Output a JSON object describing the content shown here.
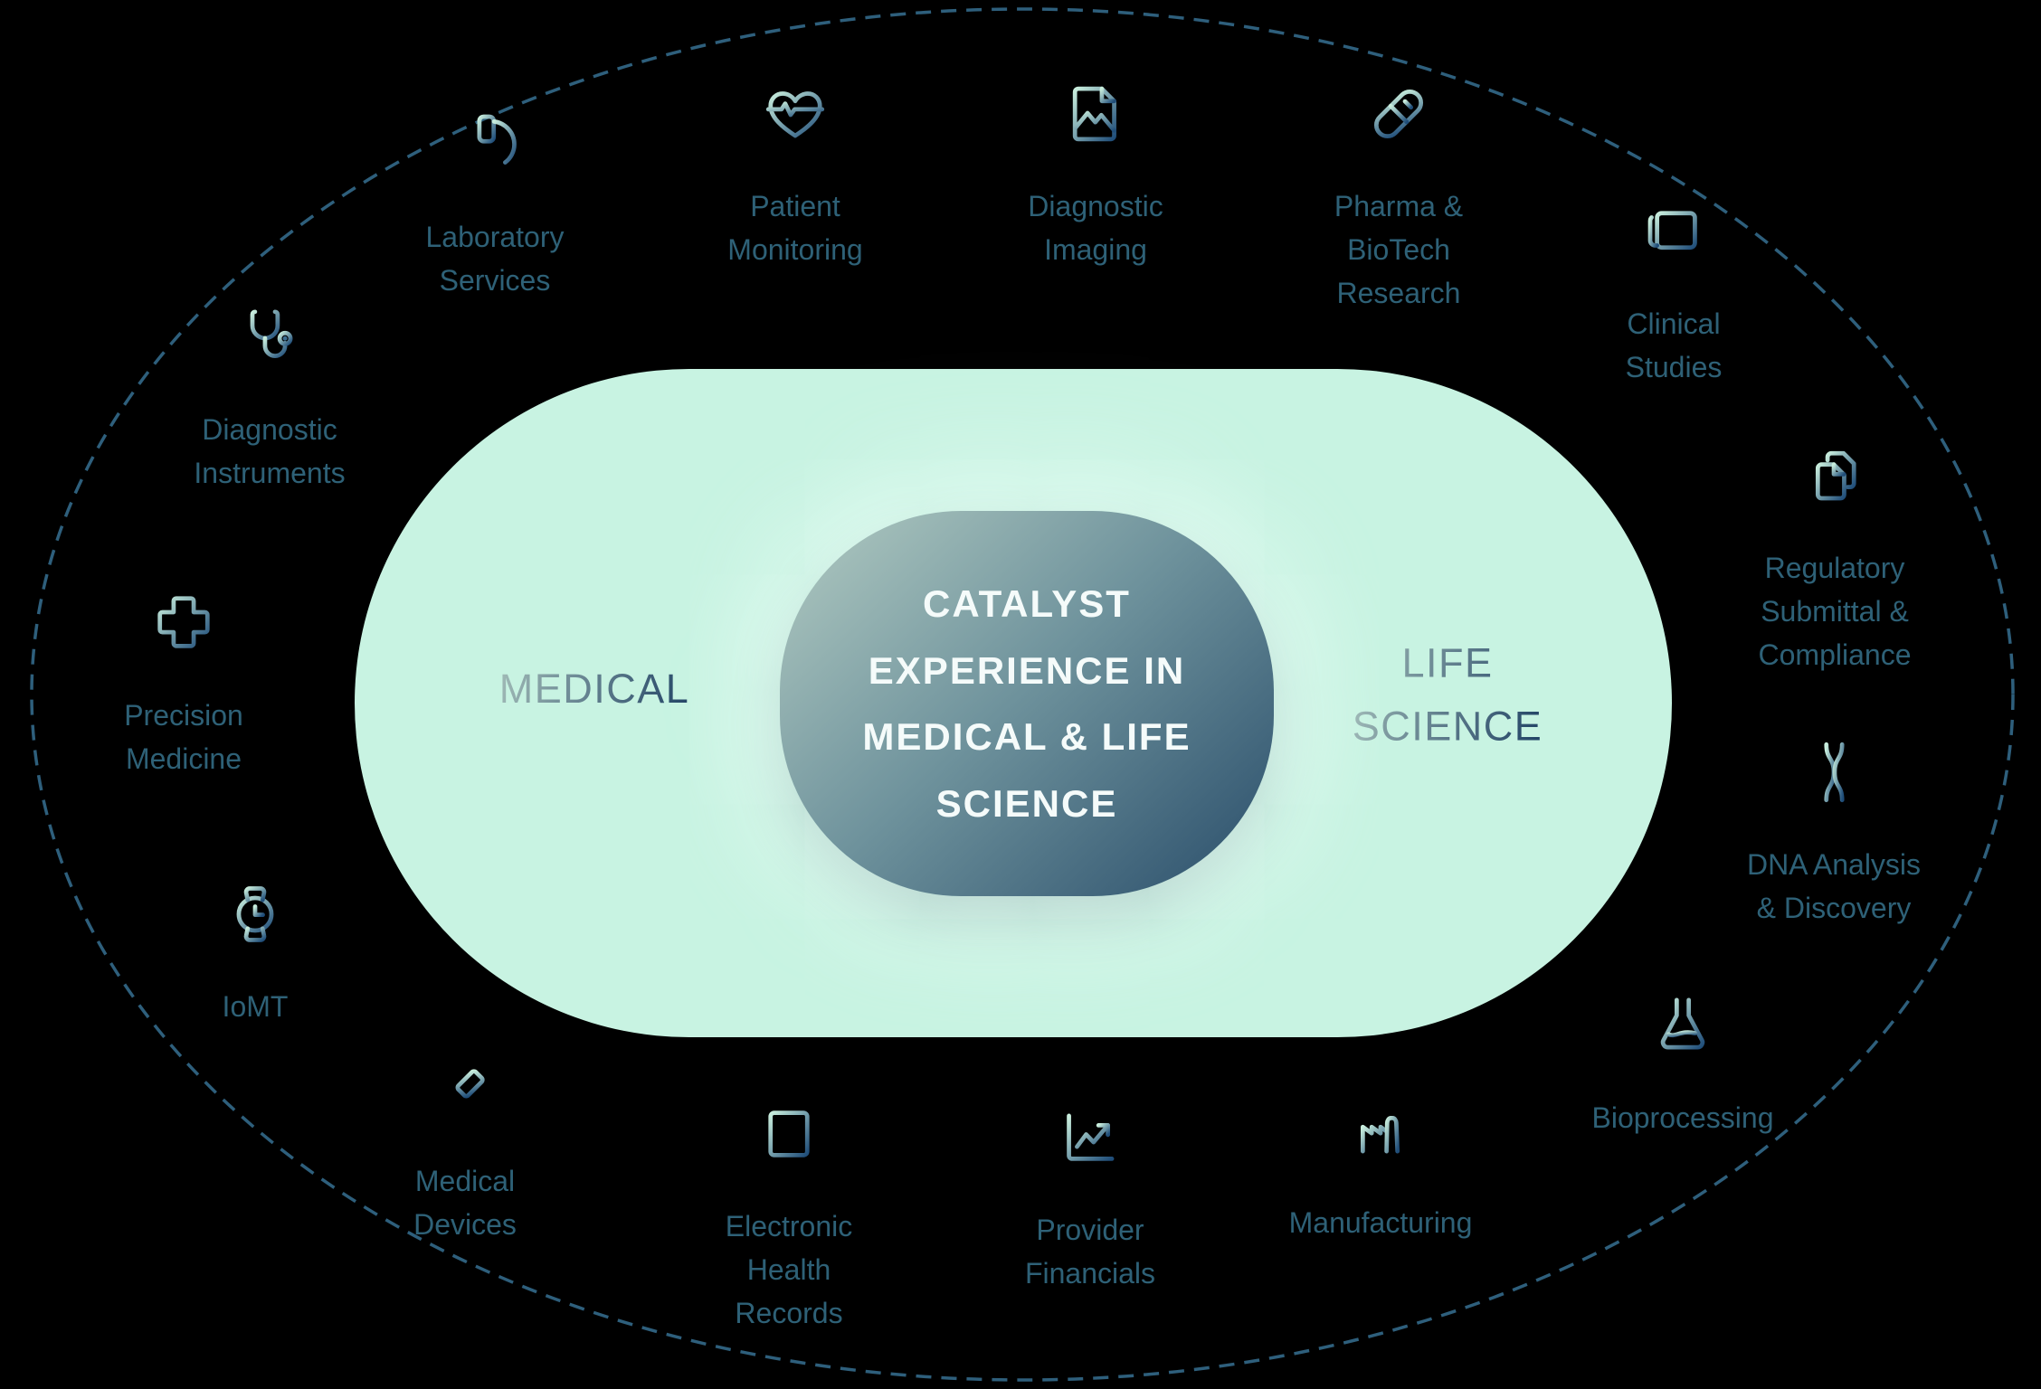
{
  "center": {
    "title_lines": [
      "CATALYST",
      "EXPERIENCE IN",
      "MEDICAL & LIFE",
      "SCIENCE"
    ],
    "medical_label": "MEDICAL",
    "life_science_lines": [
      "LIFE",
      "SCIENCE"
    ]
  },
  "items": [
    {
      "id": "laboratory-services",
      "icon": "microscope-icon",
      "lines": [
        "Laboratory",
        "Services"
      ]
    },
    {
      "id": "patient-monitoring",
      "icon": "heart-pulse-icon",
      "lines": [
        "Patient",
        "Monitoring"
      ]
    },
    {
      "id": "diagnostic-imaging",
      "icon": "image-file-icon",
      "lines": [
        "Diagnostic",
        "Imaging"
      ]
    },
    {
      "id": "pharma-biotech-research",
      "icon": "pill-icon",
      "lines": [
        "Pharma &",
        "BioTech",
        "Research"
      ]
    },
    {
      "id": "clinical-studies",
      "icon": "newspaper-icon",
      "lines": [
        "Clinical",
        "Studies"
      ]
    },
    {
      "id": "regulatory-submittal-compliance",
      "icon": "documents-icon",
      "lines": [
        "Regulatory",
        "Submittal &",
        "Compliance"
      ]
    },
    {
      "id": "dna-analysis-discovery",
      "icon": "dna-icon",
      "lines": [
        "DNA Analysis",
        "& Discovery"
      ]
    },
    {
      "id": "bioprocessing",
      "icon": "flask-icon",
      "lines": [
        "Bioprocessing"
      ]
    },
    {
      "id": "manufacturing",
      "icon": "factory-icon",
      "lines": [
        "Manufacturing"
      ]
    },
    {
      "id": "provider-financials",
      "icon": "chart-growth-icon",
      "lines": [
        "Provider",
        "Financials"
      ]
    },
    {
      "id": "electronic-health-records",
      "icon": "book-icon",
      "lines": [
        "Electronic",
        "Health",
        "Records"
      ]
    },
    {
      "id": "medical-devices",
      "icon": "syringe-icon",
      "lines": [
        "Medical",
        "Devices"
      ]
    },
    {
      "id": "iomt",
      "icon": "smartwatch-icon",
      "lines": [
        "IoMT"
      ]
    },
    {
      "id": "precision-medicine",
      "icon": "medical-cross-icon",
      "lines": [
        "Precision",
        "Medicine"
      ]
    },
    {
      "id": "diagnostic-instruments",
      "icon": "stethoscope-icon",
      "lines": [
        "Diagnostic",
        "Instruments"
      ]
    }
  ],
  "colors": {
    "background": "#000000",
    "dashed_ring": "#2e5f7c",
    "mint_capsule": "#c8f3e2",
    "inner_gradient_light": "#b2cbc2",
    "inner_gradient_dark": "#294d6a",
    "label_text": "#2e6177",
    "icon_gradient_light": "#c9eedd",
    "icon_gradient_dark": "#1f4d79",
    "center_text": "#f5fbfa"
  }
}
